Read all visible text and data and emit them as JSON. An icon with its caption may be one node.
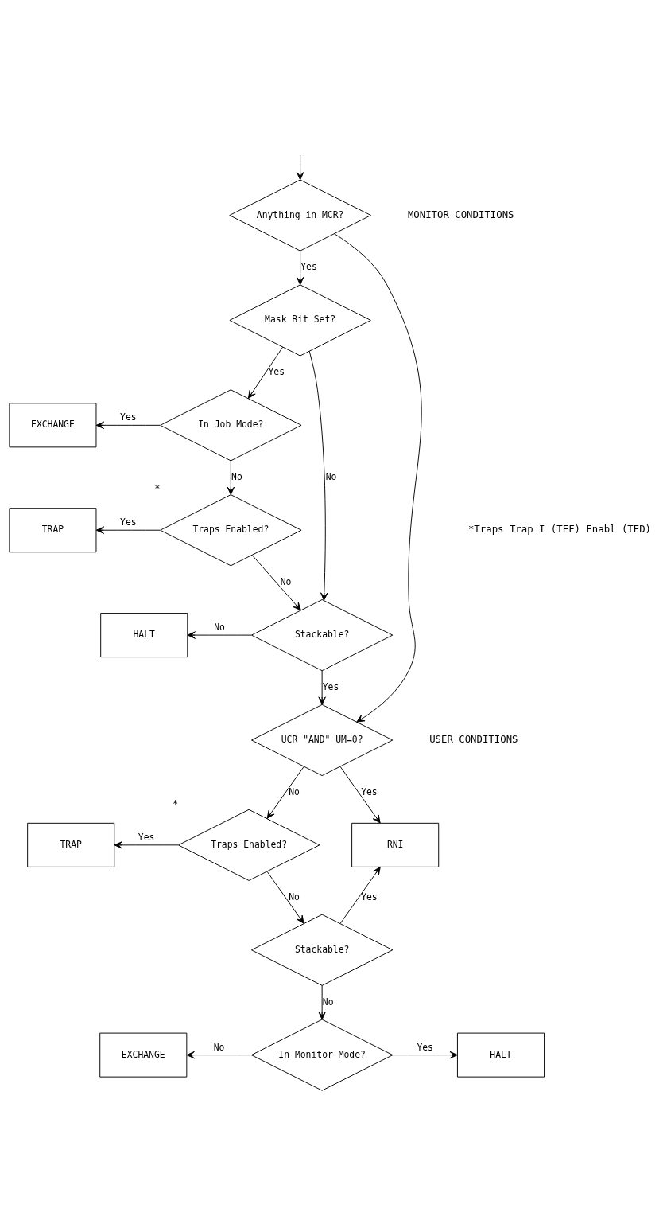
{
  "diagram": {
    "nodes": [
      {
        "text": [
          "Anything in MCR?"
        ]
      },
      {
        "text": [
          "Mask Bit Set?"
        ]
      },
      {
        "text": [
          "In Job Mode?"
        ]
      },
      {
        "text": [
          "EXCHANGE"
        ]
      },
      {
        "text": [
          "Traps Enabled?"
        ],
        "beside": [
          "*"
        ]
      },
      {
        "text": [
          "TRAP"
        ]
      },
      {
        "text": [
          "Stackable?"
        ]
      },
      {
        "text": [
          "HALT"
        ]
      },
      {
        "text": [
          "UCR \"AND\" UM=0?"
        ]
      },
      {
        "text": [
          "Traps Enabled?"
        ],
        "beside": [
          "*"
        ]
      },
      {
        "text": [
          "TRAP"
        ]
      },
      {
        "text": [
          "RNI"
        ]
      },
      {
        "text": [
          "Stackable?"
        ]
      },
      {
        "text": [
          "In Monitor Mode?"
        ]
      },
      {
        "text": [
          "EXCHANGE"
        ]
      },
      {
        "text": [
          "HALT"
        ]
      }
    ],
    "edges": [
      {
        "from": null,
        "to": 0,
        "arrow": "to"
      },
      {
        "from": 0,
        "to": 1,
        "arrow": "to",
        "label": "Yes"
      },
      {
        "from": 0,
        "to": 8,
        "arrow": "to"
      },
      {
        "from": 1,
        "to": 6,
        "arrow": "to",
        "label": "No"
      },
      {
        "from": 1,
        "to": 2,
        "arrow": "to",
        "label": "Yes"
      },
      {
        "from": 2,
        "to": 3,
        "arrow": "to",
        "label": "Yes"
      },
      {
        "from": 2,
        "to": 4,
        "arrow": "to",
        "label": "No"
      },
      {
        "from": 4,
        "to": 5,
        "arrow": "to",
        "label": "Yes"
      },
      {
        "from": 4,
        "to": 6,
        "arrow": "to",
        "label": "No"
      },
      {
        "from": 6,
        "to": 7,
        "arrow": "to",
        "label": "No"
      },
      {
        "from": 6,
        "to": 8,
        "arrow": "to",
        "label": "Yes"
      },
      {
        "from": 8,
        "to": 11,
        "arrow": "to",
        "label": "Yes"
      },
      {
        "from": 8,
        "to": 9,
        "arrow": "to",
        "label": "No"
      },
      {
        "from": 9,
        "to": 10,
        "arrow": "to",
        "label": "Yes"
      },
      {
        "from": 9,
        "to": 12,
        "arrow": "to",
        "label": "No"
      },
      {
        "from": 12,
        "to": 11,
        "arrow": "to",
        "label": "Yes"
      },
      {
        "from": 12,
        "to": 13,
        "arrow": "to",
        "label": "No"
      },
      {
        "from": 13,
        "to": 14,
        "arrow": "to",
        "label": "No"
      },
      {
        "from": 13,
        "to": 15,
        "arrow": "to",
        "label": "Yes"
      }
    ],
    "labels": [
      "MONITOR CONDITIONS",
      "USER CONDITIONS",
      "*Traps Trap I (TEF) Enabl (TED)"
    ]
  }
}
